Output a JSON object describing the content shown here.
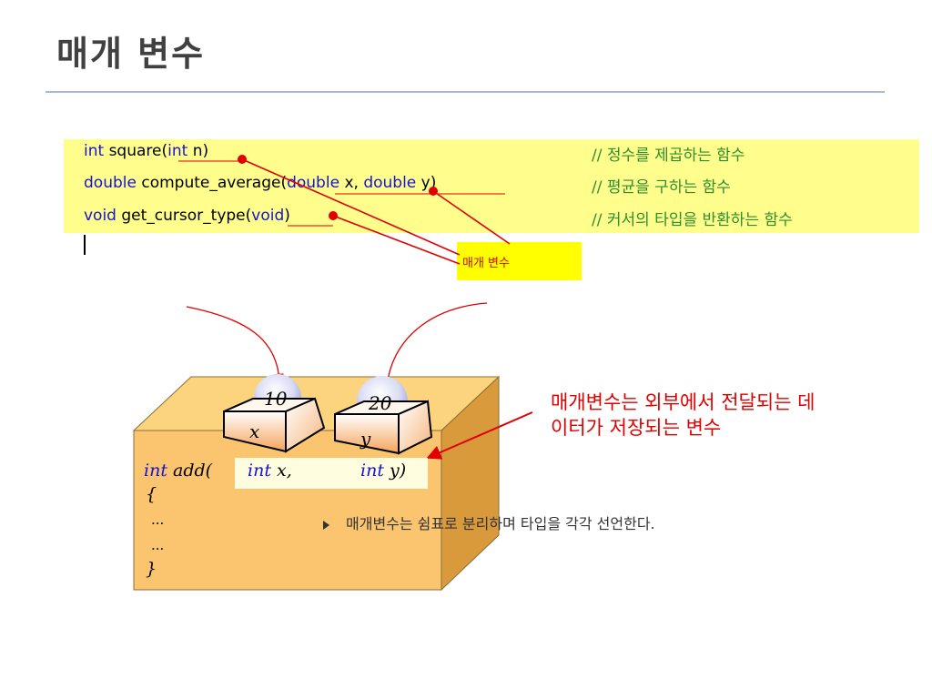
{
  "slide": {
    "title": "매개 변수"
  },
  "code": {
    "lines": [
      {
        "ret": "int",
        "name": " square(",
        "p1type": "int",
        "p1": " n",
        "rest": ")",
        "comment": "// 정수를 제곱하는 함수"
      },
      {
        "ret": "double",
        "name": " compute_average(",
        "p1type": "double",
        "p1": " x, ",
        "p2type": "double",
        "p2": " y",
        "rest": ")",
        "comment": "// 평균을 구하는 함수"
      },
      {
        "ret": "void",
        "name": " get_cursor_type(",
        "p1type": "void",
        "rest": ")",
        "comment": "// 커서의 타입을 반환하는 함수"
      }
    ],
    "param_label": "매개 변수"
  },
  "diagram": {
    "values": [
      "10",
      "20"
    ],
    "params": [
      "x",
      "y"
    ],
    "code": {
      "sig_kw": "int",
      "sig_name": " add(",
      "p1_kw": "int",
      "p1": " x,",
      "p2_kw": "int",
      "p2": " y)",
      "brace_open": "{",
      "dots1": "...",
      "dots2": "...",
      "brace_close": "}"
    },
    "note": "매개변수는 외부에서 전달되는 데이터가 저장되는 변수"
  },
  "bullet": {
    "text": "매개변수는 쉼표로 분리하며 타입을 각각 선언한다."
  },
  "colors": {
    "keyword": "#1414d2",
    "comment": "#2f8f2f",
    "highlight": "#fffd8c",
    "label_bg": "#ffff00",
    "accent_red": "#e00000",
    "box_front": "#fbc46e",
    "rule": "#a8bbd0"
  }
}
